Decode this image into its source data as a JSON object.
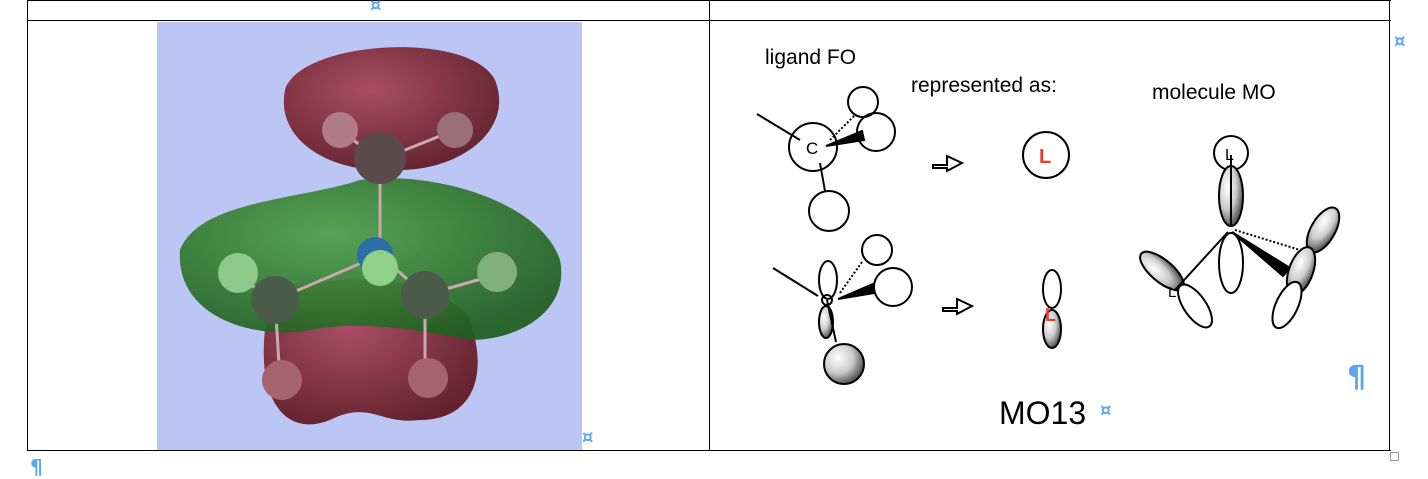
{
  "table": {
    "cell_end_mark": "¤",
    "paragraph_mark": "¶"
  },
  "diagram": {
    "ligand_fo_label": "ligand FO",
    "represented_as_label": "represented as:",
    "molecule_mo_label": "molecule MO",
    "carbon_label": "C",
    "ligand_label": "L",
    "caption": "MO13"
  },
  "colors": {
    "image_background": "#bcc6f5",
    "orbital_red": "#7a2430",
    "orbital_green": "#2f7f2c",
    "ligand_red": "#e8402a",
    "format_mark_blue": "#5aa7f0"
  }
}
